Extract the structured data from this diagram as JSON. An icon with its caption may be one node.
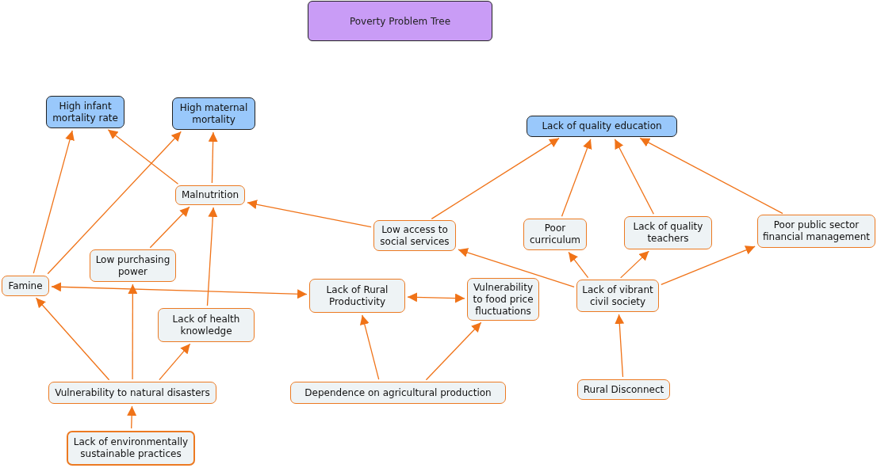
{
  "diagram": {
    "title": "Poverty Problem Tree",
    "nodes": [
      {
        "text": [
          "High infant mortality rate"
        ]
      },
      {
        "text": [
          "High maternal mortality"
        ]
      },
      {
        "text": [
          "Lack of quality education"
        ]
      },
      {
        "text": [
          "Malnutrition"
        ]
      },
      {
        "text": [
          "Low access to social services"
        ]
      },
      {
        "text": [
          "Poor curriculum"
        ]
      },
      {
        "text": [
          "Lack of quality teachers"
        ]
      },
      {
        "text": [
          "Poor public sector financial management"
        ]
      },
      {
        "text": [
          "Low purchasing power"
        ]
      },
      {
        "text": [
          "Famine"
        ]
      },
      {
        "text": [
          "Lack of Rural Productivity"
        ]
      },
      {
        "text": [
          "Vulnerability to food price fluctuations"
        ]
      },
      {
        "text": [
          "Lack of vibrant civil society"
        ]
      },
      {
        "text": [
          "Lack of health knowledge"
        ]
      },
      {
        "text": [
          "Vulnerability to natural disasters"
        ]
      },
      {
        "text": [
          "Dependence on agricultural production"
        ]
      },
      {
        "text": [
          "Rural Disconnect"
        ]
      },
      {
        "text": [
          "Lack of environmentally sustainable practices"
        ]
      }
    ],
    "edges": [
      {
        "from": 9,
        "to": 0,
        "arrow": "to"
      },
      {
        "from": 9,
        "to": 1,
        "arrow": "to"
      },
      {
        "from": 3,
        "to": 0,
        "arrow": "to"
      },
      {
        "from": 3,
        "to": 1,
        "arrow": "to"
      },
      {
        "from": 8,
        "to": 3,
        "arrow": "to"
      },
      {
        "from": 13,
        "to": 3,
        "arrow": "to"
      },
      {
        "from": 4,
        "to": 3,
        "arrow": "to"
      },
      {
        "from": 4,
        "to": 2,
        "arrow": "to"
      },
      {
        "from": 5,
        "to": 2,
        "arrow": "to"
      },
      {
        "from": 6,
        "to": 2,
        "arrow": "to"
      },
      {
        "from": 7,
        "to": 2,
        "arrow": "to"
      },
      {
        "from": 12,
        "to": 4,
        "arrow": "to"
      },
      {
        "from": 12,
        "to": 5,
        "arrow": "to"
      },
      {
        "from": 12,
        "to": 6,
        "arrow": "to"
      },
      {
        "from": 12,
        "to": 7,
        "arrow": "to"
      },
      {
        "from": 16,
        "to": 12,
        "arrow": "to"
      },
      {
        "from": 9,
        "to": 10,
        "arrow": "both"
      },
      {
        "from": 10,
        "to": 11,
        "arrow": "both"
      },
      {
        "from": 15,
        "to": 10,
        "arrow": "to"
      },
      {
        "from": 15,
        "to": 11,
        "arrow": "to"
      },
      {
        "from": 14,
        "to": 9,
        "arrow": "to"
      },
      {
        "from": 14,
        "to": 8,
        "arrow": "to"
      },
      {
        "from": 14,
        "to": 13,
        "arrow": "to"
      },
      {
        "from": 17,
        "to": 14,
        "arrow": "to"
      }
    ]
  }
}
